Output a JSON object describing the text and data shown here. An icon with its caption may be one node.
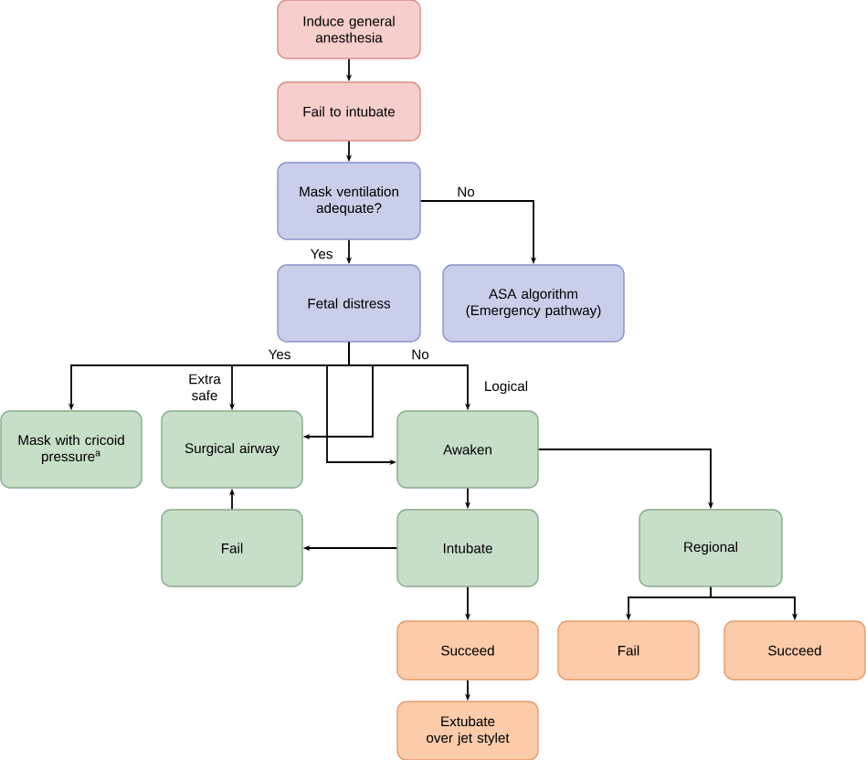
{
  "diagram": {
    "nodes": [
      {
        "text": [
          "Induce general anesthesia"
        ]
      },
      {
        "text": [
          "Fail to intubate"
        ]
      },
      {
        "text": [
          "Mask ventilation adequate?"
        ]
      },
      {
        "text": [
          "Fetal distress"
        ]
      },
      {
        "text": [
          "ASA algorithm (Emergency pathway)"
        ]
      },
      {
        "text": [
          "Mask with cricoid pressure$^{a}$"
        ]
      },
      {
        "text": [
          "Surgical airway"
        ]
      },
      {
        "text": [
          "Awaken"
        ]
      },
      {
        "text": [
          "Fail"
        ]
      },
      {
        "text": [
          "Intubate"
        ]
      },
      {
        "text": [
          "Regional"
        ]
      },
      {
        "text": [
          "Succeed"
        ]
      },
      {
        "text": [
          "Fail"
        ]
      },
      {
        "text": [
          "Succeed"
        ]
      },
      {
        "text": [
          "Extubate over jet stylet"
        ]
      }
    ],
    "edges": [
      {
        "from": 0,
        "to": 1,
        "arrow": "to"
      },
      {
        "from": 1,
        "to": 2,
        "arrow": "to"
      },
      {
        "from": 2,
        "to": 3,
        "arrow": "to",
        "label": "Yes"
      },
      {
        "from": 2,
        "to": 4,
        "arrow": "to",
        "label": "No"
      },
      {
        "from": 3,
        "to": 5,
        "arrow": "to",
        "label": "Yes"
      },
      {
        "from": 3,
        "to": 6,
        "arrow": "to",
        "label": "Extra safe"
      },
      {
        "from": 3,
        "to": 7,
        "arrow": "to",
        "label": "No"
      },
      {
        "from": 3,
        "to": 6,
        "arrow": "to"
      },
      {
        "from": 3,
        "to": 7,
        "arrow": "to"
      },
      {
        "from": 7,
        "to": 9,
        "arrow": "to"
      },
      {
        "from": 7,
        "to": 10,
        "arrow": "to"
      },
      {
        "from": 9,
        "to": 8,
        "arrow": "to"
      },
      {
        "from": 8,
        "to": 6,
        "arrow": "to"
      },
      {
        "from": 9,
        "to": 11,
        "arrow": "to"
      },
      {
        "from": 11,
        "to": 14,
        "arrow": "to"
      },
      {
        "from": 10,
        "to": 12,
        "arrow": "to"
      },
      {
        "from": 10,
        "to": 13,
        "arrow": "to"
      }
    ],
    "labels": [
      "Logical"
    ]
  }
}
